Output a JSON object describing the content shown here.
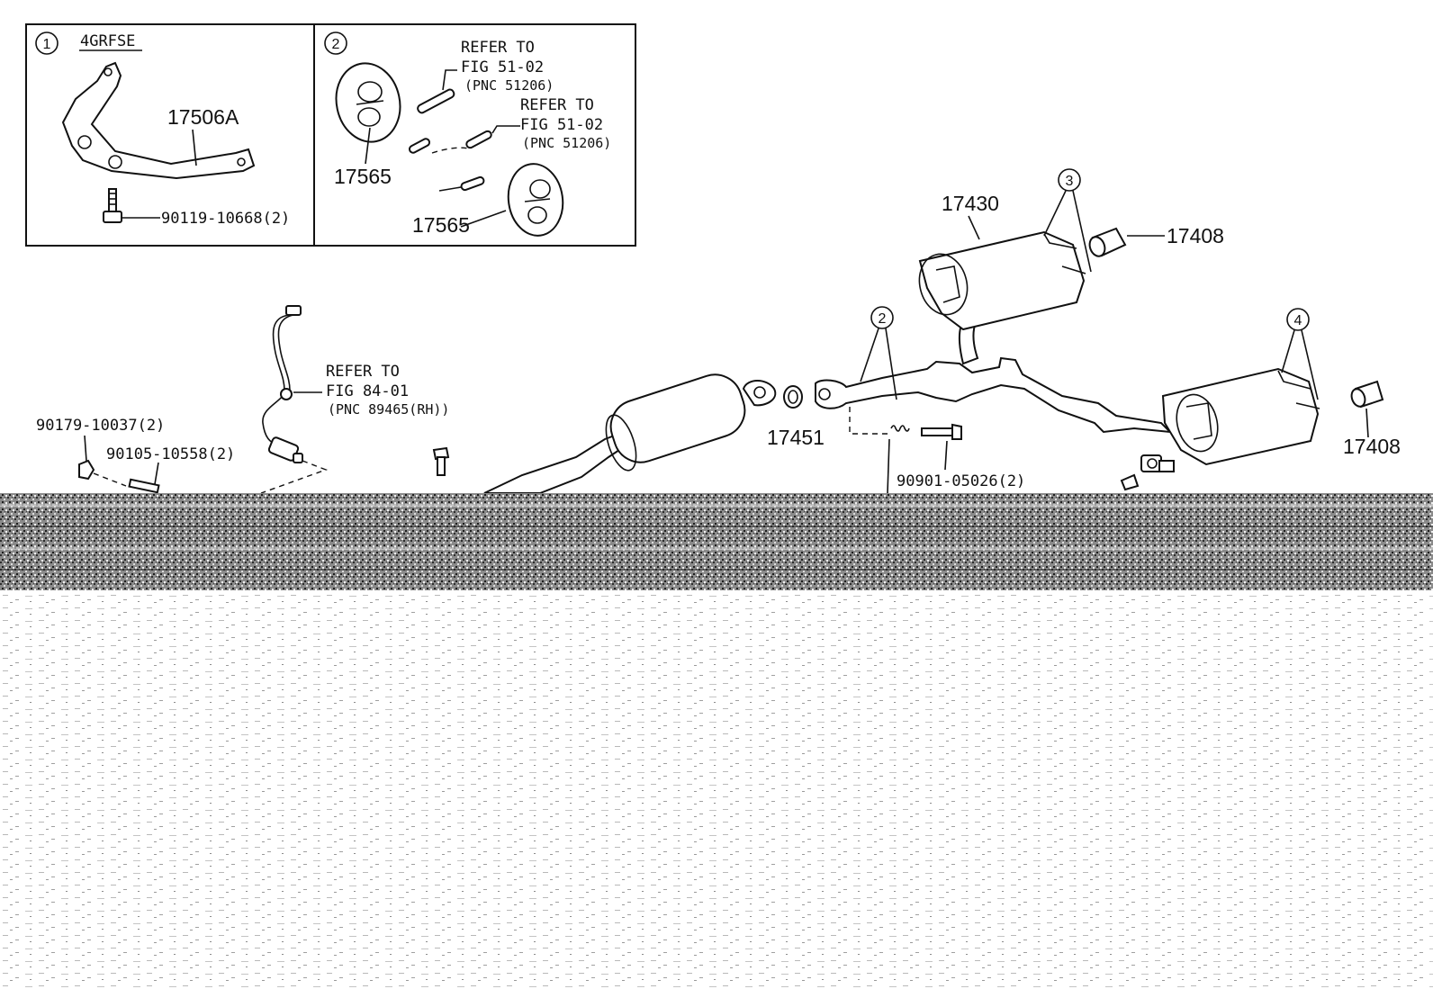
{
  "inset_1": {
    "callout": "1",
    "engine": "4GRFSE",
    "part": "17506A",
    "bolt": "90119-10668(2)"
  },
  "inset_2": {
    "callout": "2",
    "part_a": "17565",
    "part_b": "17565",
    "ref_1": {
      "line1": "REFER TO",
      "line2": "FIG 51-02",
      "line3": "(PNC 51206)"
    },
    "ref_2": {
      "line1": "REFER TO",
      "line2": "FIG 51-02",
      "line3": "(PNC 51206)"
    }
  },
  "main": {
    "sensor_ref": {
      "line1": "REFER TO",
      "line2": "FIG 84-01",
      "line3": "(PNC 89465(RH))"
    },
    "nut": "90179-10037(2)",
    "stud": "90105-10558(2)",
    "gasket": "17451",
    "bolt": "90901-05026(2)",
    "muffler": "17430",
    "tip_upper": "17408",
    "tip_lower": "17408",
    "callout_2": "2",
    "callout_3": "3",
    "callout_4": "4"
  }
}
